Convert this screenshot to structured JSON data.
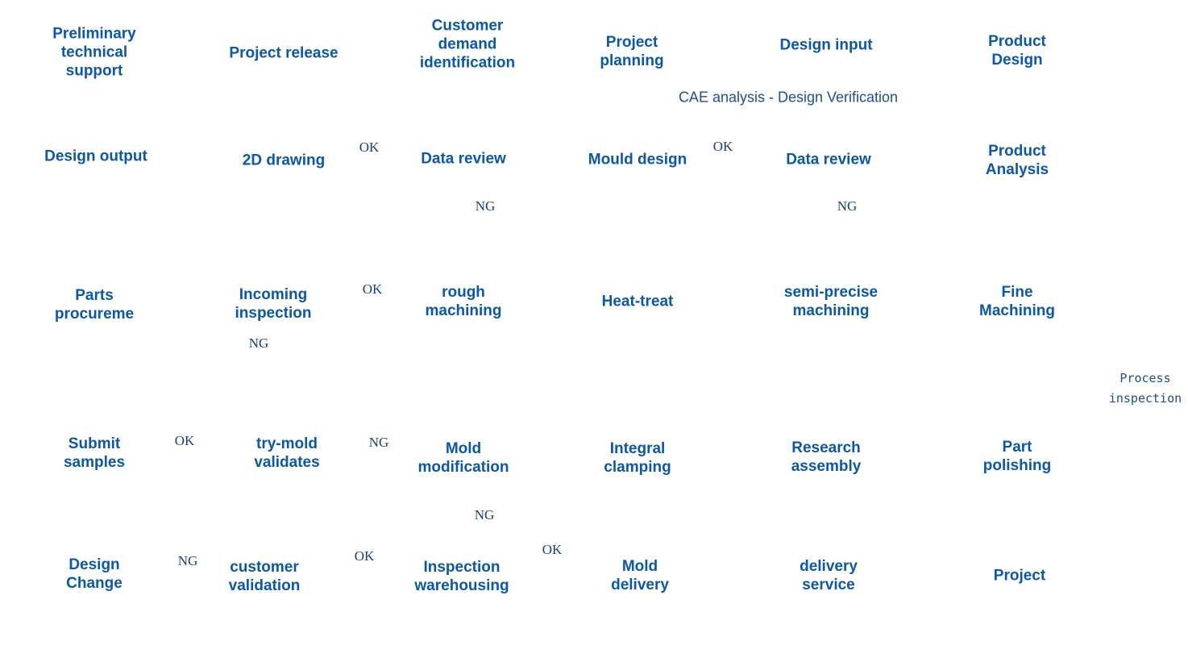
{
  "colors": {
    "node_text": "#0B57A8",
    "mark_text": "#1A3F73",
    "note_text": "#1F4E8C",
    "background": "#ffffff"
  },
  "nodes": {
    "preliminary_support": "Preliminary\ntechnical\nsupport",
    "project_release": "Project release",
    "customer_demand": "Customer\ndemand\nidentification",
    "project_planning": "Project\nplanning",
    "design_input": "Design input",
    "product_design": "Product\nDesign",
    "design_output": "Design output",
    "drawing_2d": "2D drawing",
    "data_review_1": "Data review",
    "mould_design": "Mould design",
    "data_review_2": "Data review",
    "product_analysis": "Product\nAnalysis",
    "parts_procurement": "Parts\nprocureme",
    "incoming_inspection": "Incoming\ninspection",
    "rough_machining": "rough\nmachining",
    "heat_treat": "Heat-treat",
    "semi_precise_machining": "semi-precise\nmachining",
    "fine_machining": "Fine\nMachining",
    "submit_samples": "Submit\nsamples",
    "try_mold_validates": "try-mold\nvalidates",
    "mold_modification": "Mold\nmodification",
    "integral_clamping": "Integral\nclamping",
    "research_assembly": "Research\nassembly",
    "part_polishing": "Part\npolishing",
    "design_change": "Design\nChange",
    "customer_validation": "customer\nvalidation",
    "inspection_warehousing": "Inspection\nwarehousing",
    "mold_delivery": "Mold\ndelivery",
    "delivery_service": "delivery\nservice",
    "project": "Project"
  },
  "annotations": {
    "cae_analysis": "CAE analysis - Design Verification",
    "process_inspection": "Process\ninspection"
  },
  "marks": {
    "ok_2d_drawing": "OK",
    "ok_mould_design": "OK",
    "ng_data_review_1": "NG",
    "ng_data_review_2": "NG",
    "ok_incoming": "OK",
    "ng_incoming": "NG",
    "ok_submit": "OK",
    "ng_try_mold": "NG",
    "ng_mold_modification": "NG",
    "ng_design_change": "NG",
    "ok_customer_validation": "OK",
    "ok_inspection_warehousing": "OK"
  }
}
